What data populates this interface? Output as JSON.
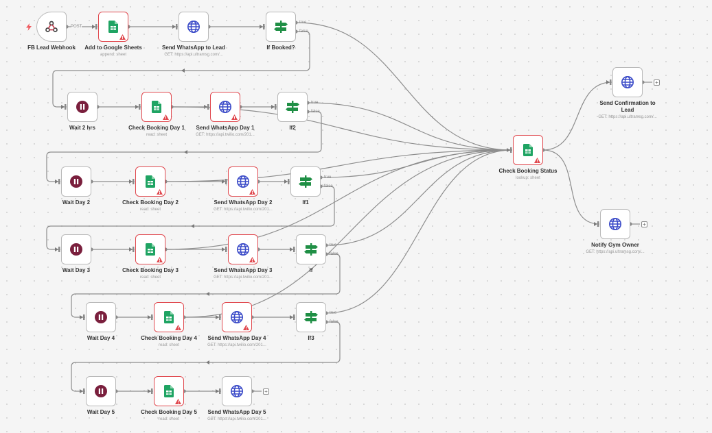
{
  "colors": {
    "edge": "#8d8d8d",
    "error": "#e0484e",
    "sheets": "#1fa463",
    "http": "#3b4bc8",
    "wait": "#7a1f3d",
    "if": "#1f8f45"
  },
  "nodes": [
    {
      "id": "webhook",
      "label": "FB Lead Webhook",
      "subtitle": "",
      "icon": "webhook-icon",
      "error": false,
      "trigger": true
    },
    {
      "id": "sheets",
      "label": "Add to Google Sheets",
      "subtitle": "append: sheet",
      "icon": "google-sheets-icon",
      "error": true
    },
    {
      "id": "wa",
      "label": "Send WhatsApp to Lead",
      "subtitle": "GET: https://api.ultramsg.com/...",
      "icon": "globe-icon",
      "error": false
    },
    {
      "id": "ifBooked",
      "label": "If Booked?",
      "subtitle": "",
      "icon": "if-signpost-icon",
      "error": false
    },
    {
      "id": "wait2",
      "label": "Wait 2 hrs",
      "subtitle": "",
      "icon": "pause-icon",
      "error": false
    },
    {
      "id": "cb1",
      "label": "Check Booking Day 1",
      "subtitle": "read: sheet",
      "icon": "google-sheets-icon",
      "error": true
    },
    {
      "id": "wa1",
      "label": "Send WhatsApp Day 1",
      "subtitle": "GET: https://api.twilio.com/201...",
      "icon": "globe-icon",
      "error": true
    },
    {
      "id": "if2",
      "label": "If2",
      "subtitle": "",
      "icon": "if-signpost-icon",
      "error": false
    },
    {
      "id": "waitD2",
      "label": "Wait Day 2",
      "subtitle": "",
      "icon": "pause-icon",
      "error": false
    },
    {
      "id": "cb2",
      "label": "Check Booking Day 2",
      "subtitle": "read: sheet",
      "icon": "google-sheets-icon",
      "error": true
    },
    {
      "id": "wa2",
      "label": "Send WhatsApp Day 2",
      "subtitle": "GET: https://api.twilio.com/201...",
      "icon": "globe-icon",
      "error": true
    },
    {
      "id": "if1",
      "label": "If1",
      "subtitle": "",
      "icon": "if-signpost-icon",
      "error": false
    },
    {
      "id": "waitD3",
      "label": "Wait Day 3",
      "subtitle": "",
      "icon": "pause-icon",
      "error": false
    },
    {
      "id": "cb3",
      "label": "Check Booking Day 3",
      "subtitle": "read: sheet",
      "icon": "google-sheets-icon",
      "error": true
    },
    {
      "id": "wa3",
      "label": "Send WhatsApp Day 3",
      "subtitle": "GET: https://api.twilio.com/201...",
      "icon": "globe-icon",
      "error": true
    },
    {
      "id": "if",
      "label": "If",
      "subtitle": "",
      "icon": "if-signpost-icon",
      "error": false
    },
    {
      "id": "waitD4",
      "label": "Wait Day 4",
      "subtitle": "",
      "icon": "pause-icon",
      "error": false
    },
    {
      "id": "cb4",
      "label": "Check Booking Day 4",
      "subtitle": "read: sheet",
      "icon": "google-sheets-icon",
      "error": true
    },
    {
      "id": "wa4",
      "label": "Send WhatsApp Day 4",
      "subtitle": "GET: https://api.twilio.com/201...",
      "icon": "globe-icon",
      "error": true
    },
    {
      "id": "if3",
      "label": "If3",
      "subtitle": "",
      "icon": "if-signpost-icon",
      "error": false
    },
    {
      "id": "waitD5",
      "label": "Wait Day 5",
      "subtitle": "",
      "icon": "pause-icon",
      "error": false
    },
    {
      "id": "cb5",
      "label": "Check Booking Day 5",
      "subtitle": "read: sheet",
      "icon": "google-sheets-icon",
      "error": true
    },
    {
      "id": "wa5",
      "label": "Send WhatsApp Day 5",
      "subtitle": "GET: https://api.twilio.com/201...",
      "icon": "globe-icon",
      "error": false
    },
    {
      "id": "cbs",
      "label": "Check Booking Status",
      "subtitle": "lookup: sheet",
      "icon": "google-sheets-icon",
      "error": true
    },
    {
      "id": "conf",
      "label": "Send Confirmation to Lead",
      "subtitle": "GET: https://api.ultramsg.com/...",
      "icon": "globe-icon",
      "error": false
    },
    {
      "id": "gym",
      "label": "Notify Gym Owner",
      "subtitle": "GET: https://api.ultramsg.com/...",
      "icon": "globe-icon",
      "error": false
    }
  ],
  "port_labels": {
    "post": "POST",
    "true": "true",
    "false": "false"
  },
  "plus_symbol": "+"
}
